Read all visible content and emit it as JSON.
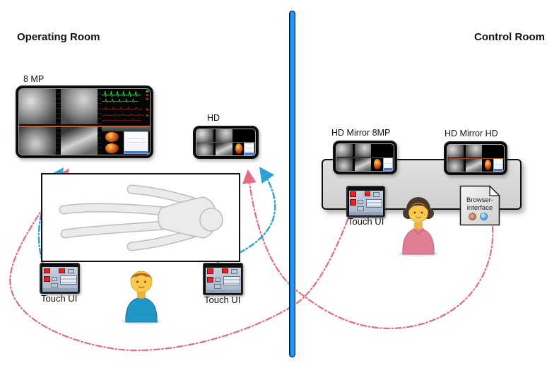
{
  "rooms": {
    "operating": "Operating Room",
    "control": "Control Room"
  },
  "monitors": {
    "or_large": {
      "label": "8 MP"
    },
    "or_small": {
      "label": "HD"
    },
    "cr_mirror_8mp": {
      "label": "HD Mirror 8MP"
    },
    "cr_mirror_hd": {
      "label": "HD Mirror HD"
    }
  },
  "touch_uis": {
    "or_left": {
      "label": "Touch UI"
    },
    "or_right": {
      "label": "Touch UI"
    },
    "cr": {
      "label": "Touch UI"
    }
  },
  "browser_doc": {
    "line1": "Browser-",
    "line2": "interface"
  },
  "icons": [
    "firefox-icon",
    "globe-browser-icon"
  ],
  "connections": [
    {
      "from": "or-touch-ui-left",
      "to": "monitor-8mp",
      "style": "dash-dot",
      "color": "#2ba3d4"
    },
    {
      "from": "or-touch-ui-right",
      "to": "monitor-hd",
      "style": "dash-dot",
      "color": "#2ba3d4"
    },
    {
      "from": "cr-touch-ui",
      "to": "monitor-8mp",
      "style": "dash-dot",
      "color": "#e56a80"
    },
    {
      "from": "cr-browser-interface",
      "to": "monitor-hd",
      "style": "dash-dot",
      "color": "#e56a80"
    }
  ],
  "colors": {
    "divider": "#1787e8",
    "blue_link": "#2ba3d4",
    "pink_link": "#e56a80",
    "accent_line": "#cf5a28"
  }
}
